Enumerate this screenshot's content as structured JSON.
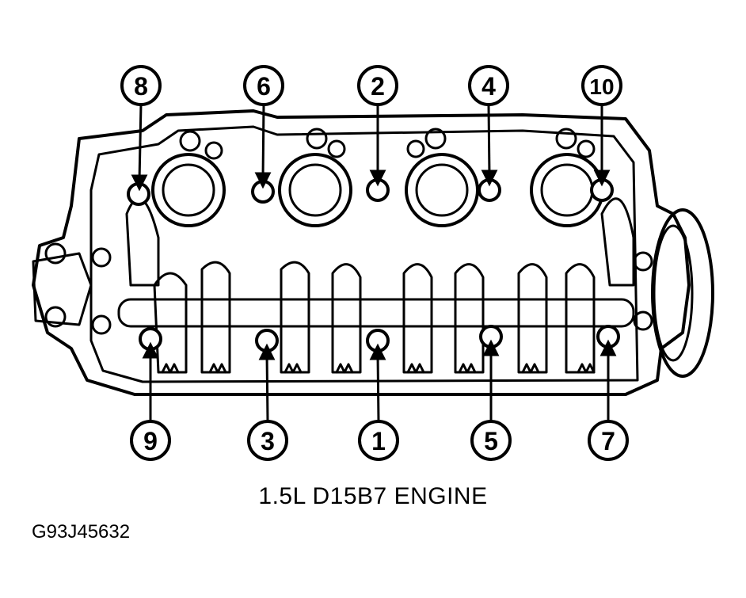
{
  "figure": {
    "caption": "1.5L D15B7 ENGINE",
    "figure_id": "G93J45632"
  },
  "bolt_labels": {
    "top": [
      "8",
      "6",
      "2",
      "4",
      "10"
    ],
    "bottom": [
      "9",
      "3",
      "1",
      "5",
      "7"
    ]
  },
  "colors": {
    "ink": "#000000",
    "paper": "#ffffff"
  }
}
